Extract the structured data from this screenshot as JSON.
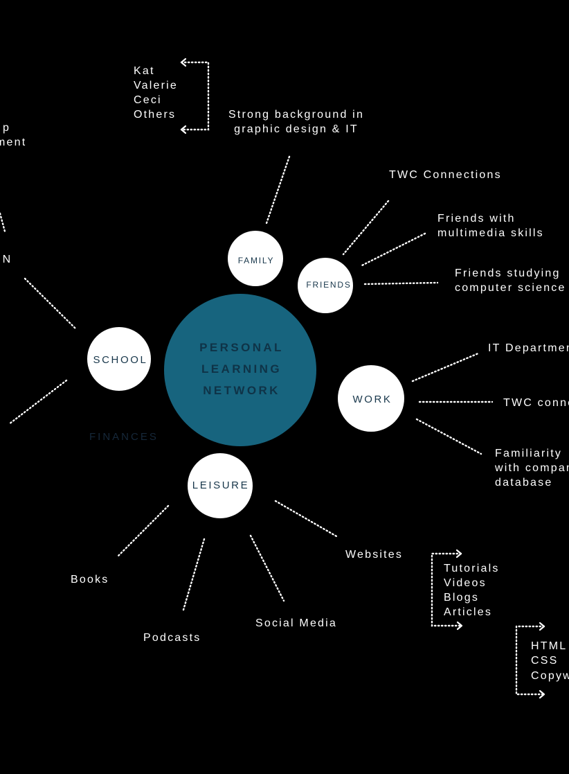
{
  "center": {
    "line1": "PERSONAL",
    "line2": "LEARNING",
    "line3": "NETWORK",
    "color": "#17647e"
  },
  "nodes": {
    "family": "FAMILY",
    "friends": "FRIENDS",
    "school": "SCHOOL",
    "work": "WORK",
    "leisure": "LEISURE"
  },
  "finances_label": "FINANCES",
  "family_branch": {
    "names": [
      "Kat",
      "Valerie",
      "Ceci",
      "Others"
    ],
    "background_line1": "Strong background in",
    "background_line2": "graphic design & IT"
  },
  "friends_branch": {
    "twc": "TWC Connections",
    "multimedia_line1": "Friends with",
    "multimedia_line2": "multimedia skills",
    "cs_line1": "Friends studying",
    "cs_line2": "computer science"
  },
  "work_branch": {
    "it": "IT Department",
    "twc": "TWC connections",
    "familiarity_line1": "Familiarity",
    "familiarity_line2": "with company",
    "familiarity_line3": "database"
  },
  "school_branch": {
    "partial_top_line1": "p",
    "partial_top_line2": "ment",
    "partial_mid": "IN"
  },
  "leisure_branch": {
    "books": "Books",
    "podcasts": "Podcasts",
    "social": "Social Media",
    "websites": "Websites",
    "website_items": [
      "Tutorials",
      "Videos",
      "Blogs",
      "Articles"
    ],
    "sub_items": [
      "HTML",
      "CSS",
      "Copywriting"
    ]
  }
}
